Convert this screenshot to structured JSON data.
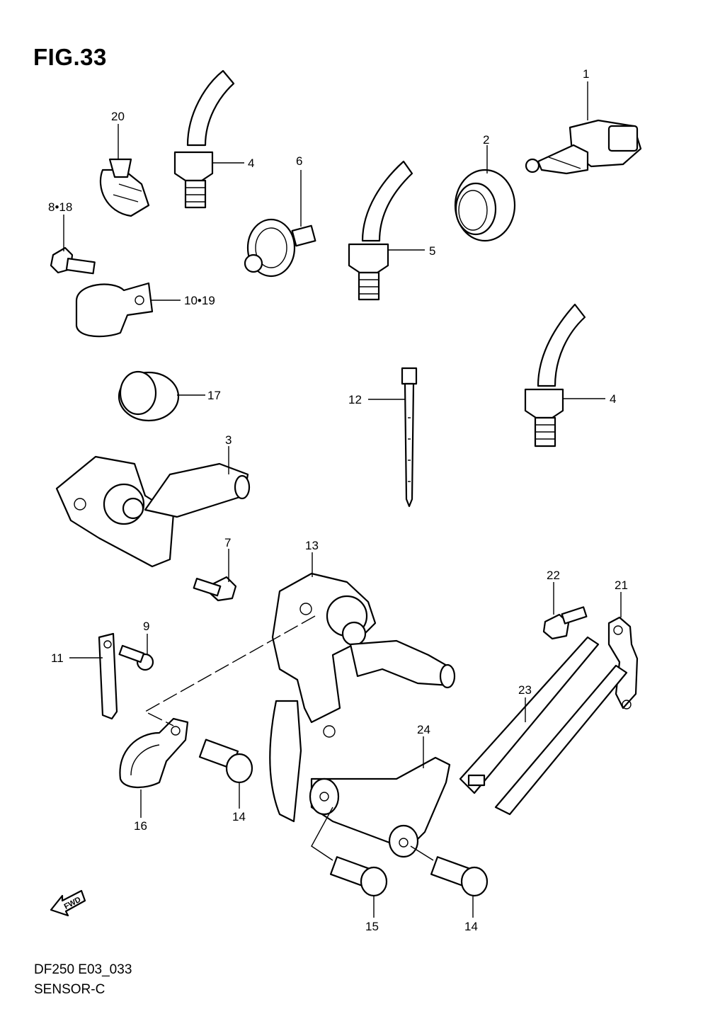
{
  "figure": {
    "title": "FIG.33",
    "model_code": "DF250 E03_033",
    "section_name": "SENSOR-C"
  },
  "fwd_arrow": {
    "label": "FWD",
    "icon": "fwd-arrow-icon"
  },
  "callouts": [
    {
      "id": "c1",
      "label": "1"
    },
    {
      "id": "c2",
      "label": "2"
    },
    {
      "id": "c3",
      "label": "3"
    },
    {
      "id": "c4a",
      "label": "4"
    },
    {
      "id": "c4b",
      "label": "4"
    },
    {
      "id": "c5",
      "label": "5"
    },
    {
      "id": "c6",
      "label": "6"
    },
    {
      "id": "c7",
      "label": "7"
    },
    {
      "id": "c8",
      "label": "8•18"
    },
    {
      "id": "c9",
      "label": "9"
    },
    {
      "id": "c10",
      "label": "10•19"
    },
    {
      "id": "c11",
      "label": "11"
    },
    {
      "id": "c12",
      "label": "12"
    },
    {
      "id": "c13",
      "label": "13"
    },
    {
      "id": "c14a",
      "label": "14"
    },
    {
      "id": "c14b",
      "label": "14"
    },
    {
      "id": "c15",
      "label": "15"
    },
    {
      "id": "c16",
      "label": "16"
    },
    {
      "id": "c17",
      "label": "17"
    },
    {
      "id": "c20",
      "label": "20"
    },
    {
      "id": "c21",
      "label": "21"
    },
    {
      "id": "c22",
      "label": "22"
    },
    {
      "id": "c23",
      "label": "23"
    },
    {
      "id": "c24",
      "label": "24"
    }
  ]
}
